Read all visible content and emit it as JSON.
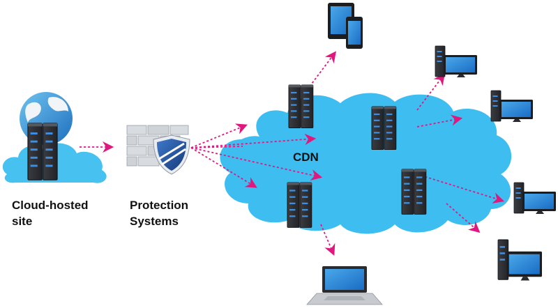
{
  "labels": {
    "origin_line1": "Cloud-hosted",
    "origin_line2": "site",
    "protection_line1": "Protection",
    "protection_line2": "Systems",
    "cdn": "CDN"
  },
  "colors": {
    "cloud": "#3dbdf0",
    "cloud_origin": "#46c1f0",
    "arrow": "#e0187e",
    "server_body": "#2b2d31",
    "server_light": "#3f8fe0",
    "screen": "#2f8fdc",
    "shield": "#1f4f9e",
    "firewall": "#cfd3d8"
  },
  "icons": {
    "origin_server": "server-rack-icon",
    "globe": "globe-icon",
    "firewall": "firewall-icon",
    "shield": "shield-icon",
    "edge_server": "server-rack-icon",
    "monitor": "desktop-monitor-icon",
    "phone": "mobile-devices-icon",
    "laptop": "laptop-icon"
  }
}
